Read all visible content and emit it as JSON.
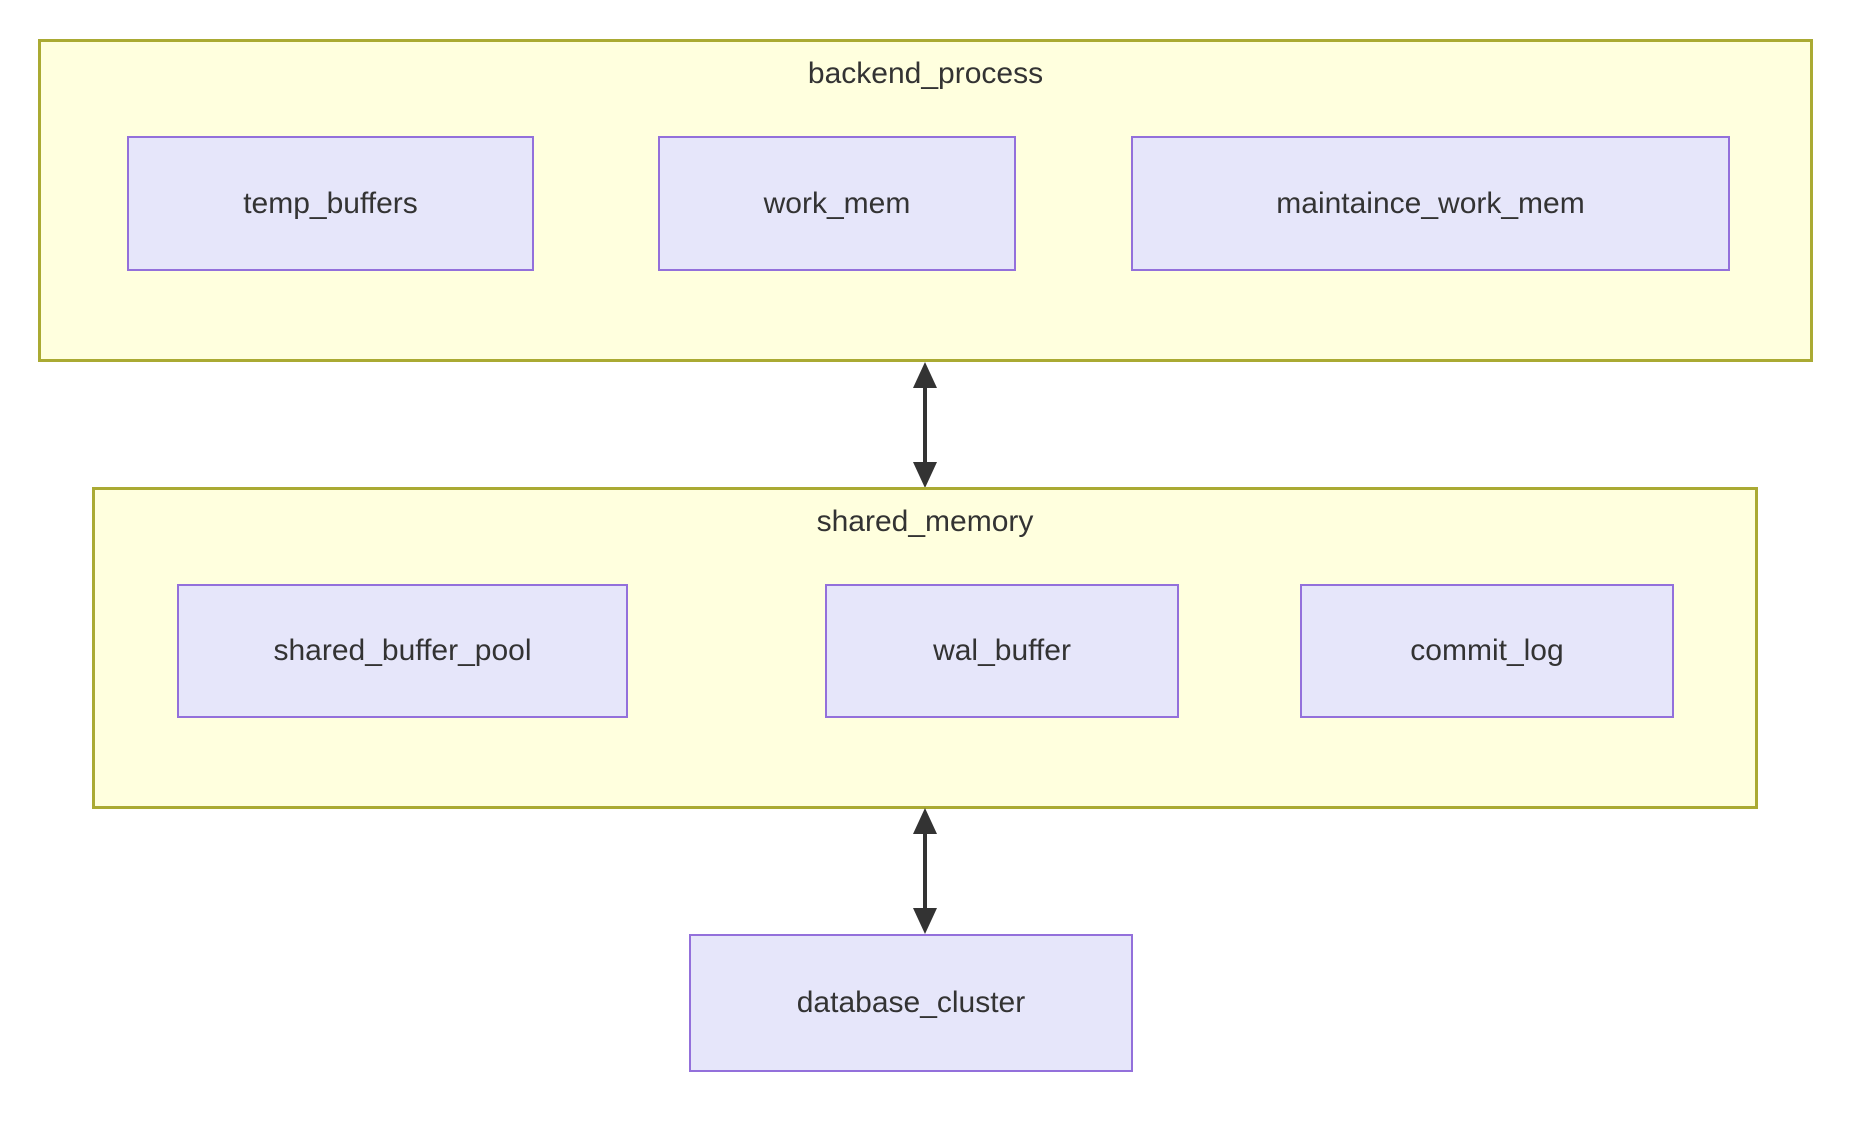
{
  "colors": {
    "container_fill": "#ffffde",
    "container_border": "#aaaa33",
    "node_fill": "#e6e6fa",
    "node_border": "#9370db",
    "text": "#333333",
    "arrow": "#333333",
    "canvas_bg": "#ffffff"
  },
  "containers": [
    {
      "label": "backend_process",
      "nodes": [
        {
          "label": "temp_buffers"
        },
        {
          "label": "work_mem"
        },
        {
          "label": "maintaince_work_mem"
        }
      ]
    },
    {
      "label": "shared_memory",
      "nodes": [
        {
          "label": "shared_buffer_pool"
        },
        {
          "label": "wal_buffer"
        },
        {
          "label": "commit_log"
        }
      ]
    }
  ],
  "standalone_node": {
    "label": "database_cluster"
  },
  "edges": [
    {
      "from": "backend_process",
      "to": "shared_memory",
      "type": "bidirectional"
    },
    {
      "from": "shared_memory",
      "to": "database_cluster",
      "type": "bidirectional"
    }
  ]
}
